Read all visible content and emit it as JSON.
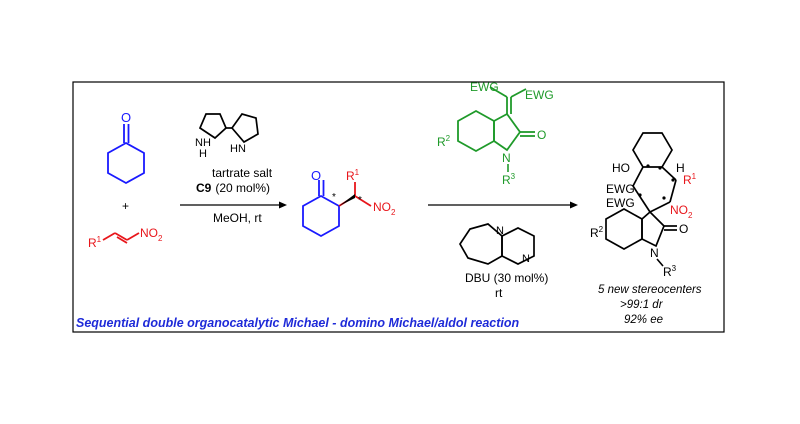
{
  "colors": {
    "ketone": "#1a1aff",
    "nitroalkene": "#e8161b",
    "oxindole": "#1f9a2a",
    "title": "#1e2ad8",
    "frame": "#000000"
  },
  "catalyst": {
    "salt": "tartrate salt",
    "code": "C9",
    "loading": "(20 mol%)",
    "conditions": "MeOH, rt"
  },
  "reagents": {
    "plus": "+",
    "nitroalkene_r": "R",
    "nitroalkene_r_sup": "1",
    "nitro_group": "NO",
    "nitro_sub": "2"
  },
  "intermediate": {
    "r": "R",
    "r_sup": "1",
    "nitro": "NO",
    "nitro_sub": "2",
    "ketone_o": "O"
  },
  "oxindole_reagent": {
    "ewg1": "EWG",
    "ewg2": "EWG",
    "r2": "R",
    "r2_sup": "2",
    "r3": "R",
    "r3_sup": "3",
    "n": "N",
    "o": "O"
  },
  "base": {
    "label": "DBU (30 mol%)",
    "conditions": "rt"
  },
  "product": {
    "ho": "HO",
    "h": "H",
    "r1": "R",
    "r1_sup": "1",
    "ewg1": "EWG",
    "ewg2": "EWG",
    "nitro": "NO",
    "nitro_sub": "2",
    "r2": "R",
    "r2_sup": "2",
    "r3": "R",
    "r3_sup": "3",
    "n": "N",
    "o": "O"
  },
  "result": {
    "stereocenters": "5 new stereocenters",
    "dr": ">99:1 dr",
    "ee": "92% ee"
  },
  "title": "Sequential double organocatalytic Michael - domino Michael/aldol reaction"
}
